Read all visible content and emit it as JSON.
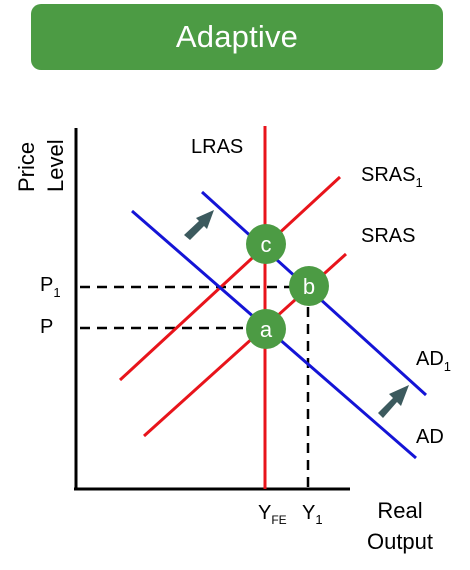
{
  "banner": {
    "title": "Adaptive"
  },
  "axes": {
    "y_label_line1": "Price",
    "y_label_line2": "Level",
    "x_label_line1": "Real",
    "x_label_line2": "Output"
  },
  "curves": {
    "lras": "LRAS",
    "sras1_base": "SRAS",
    "sras1_sub": "1",
    "sras": "SRAS",
    "ad1_base": "AD",
    "ad1_sub": "1",
    "ad": "AD"
  },
  "ticks": {
    "p1_base": "P",
    "p1_sub": "1",
    "p": "P",
    "yfe_base": "Y",
    "yfe_sub": "FE",
    "y1_base": "Y",
    "y1_sub": "1"
  },
  "points": {
    "a": "a",
    "b": "b",
    "c": "c"
  },
  "colors": {
    "banner": "#4c9b44",
    "supply": "#e8141b",
    "demand": "#1414d6",
    "point": "#4c9b44",
    "arrow": "#3c5a5e",
    "axis": "#000000"
  }
}
